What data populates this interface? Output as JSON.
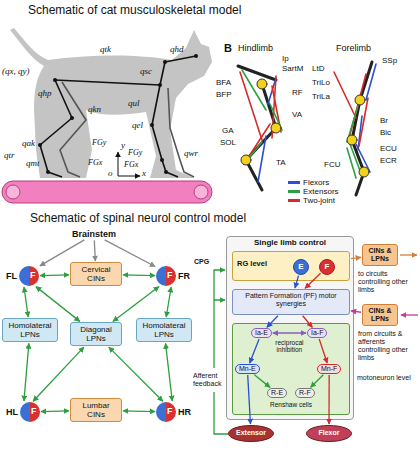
{
  "diagram": {
    "title": "Schematic of cat musculoskeletal model",
    "nodes": [
      {
        "text": [
          "Brainstem"
        ]
      },
      {
        "text": [
          "FL",
          "F"
        ]
      },
      {
        "text": [
          "Cervical CINs"
        ]
      },
      {
        "text": [
          "FR",
          "F"
        ]
      },
      {
        "text": [
          "Homolateral LPNs"
        ]
      },
      {
        "text": [
          "Diagonal LPNs"
        ]
      },
      {
        "text": [
          "Homolateral LPNs"
        ]
      },
      {
        "text": [
          "HL",
          "F"
        ]
      },
      {
        "text": [
          "Lumbar CINs"
        ]
      },
      {
        "text": [
          "HR",
          "F"
        ]
      },
      {
        "text": [
          "Single limb control"
        ]
      },
      {
        "text": [
          "RG level"
        ],
        "in": 10
      },
      {
        "text": [
          "E"
        ],
        "in": 11
      },
      {
        "text": [
          "F"
        ],
        "in": 11
      },
      {
        "text": [
          "CINs & LPNs"
        ]
      },
      {
        "text": [
          "Pattern Formation (PF) motor synergies"
        ],
        "in": 10
      },
      {
        "text": [
          "CINs & LPNs"
        ]
      },
      {
        "text": [
          "motoneuron level"
        ],
        "in": 10
      },
      {
        "text": [
          "Ia-E"
        ],
        "in": 17
      },
      {
        "text": [
          "Ia-F"
        ],
        "in": 17
      },
      {
        "text": [
          "Mn-E"
        ],
        "in": 17
      },
      {
        "text": [
          "Mn-F"
        ],
        "in": 17
      },
      {
        "text": [
          "R-E"
        ],
        "in": 17
      },
      {
        "text": [
          "R-F"
        ],
        "in": 17
      },
      {
        "text": [
          "Extensor"
        ]
      },
      {
        "text": [
          "Flexor"
        ]
      }
    ],
    "edges": [
      {
        "from": 0,
        "to": 1,
        "arrow": "to"
      },
      {
        "from": 0,
        "to": 3,
        "arrow": "to"
      },
      {
        "from": 0,
        "to": 2,
        "arrow": "to"
      },
      {
        "from": 1,
        "to": 2,
        "arrow": "both"
      },
      {
        "from": 3,
        "to": 2,
        "arrow": "both"
      },
      {
        "from": 1,
        "to": 4,
        "arrow": "both"
      },
      {
        "from": 7,
        "to": 4,
        "arrow": "both"
      },
      {
        "from": 3,
        "to": 6,
        "arrow": "both"
      },
      {
        "from": 9,
        "to": 6,
        "arrow": "both"
      },
      {
        "from": 1,
        "to": 5,
        "arrow": "both"
      },
      {
        "from": 3,
        "to": 5,
        "arrow": "both"
      },
      {
        "from": 7,
        "to": 5,
        "arrow": "both"
      },
      {
        "from": 9,
        "to": 5,
        "arrow": "both"
      },
      {
        "from": 7,
        "to": 8,
        "arrow": "both"
      },
      {
        "from": 9,
        "to": 8,
        "arrow": "both"
      },
      {
        "from": 11,
        "to": 14,
        "arrow": "to"
      },
      {
        "from": 16,
        "to": 15,
        "arrow": "to"
      },
      {
        "from": 12,
        "to": 15,
        "arrow": "to"
      },
      {
        "from": 13,
        "to": 15,
        "arrow": "to"
      },
      {
        "from": 15,
        "to": 18,
        "arrow": "to"
      },
      {
        "from": 15,
        "to": 19,
        "arrow": "to"
      },
      {
        "from": 18,
        "to": 19,
        "label": "reciprocal inhibition",
        "arrow": "both"
      },
      {
        "from": 18,
        "to": 20,
        "arrow": "to"
      },
      {
        "from": 19,
        "to": 21,
        "arrow": "to"
      },
      {
        "from": 20,
        "to": 22,
        "arrow": "to"
      },
      {
        "from": 21,
        "to": 23,
        "arrow": "to"
      },
      {
        "from": 20,
        "to": 24,
        "arrow": "to"
      },
      {
        "from": 21,
        "to": 25,
        "arrow": "to"
      }
    ],
    "labels": [
      "Schematic of spinal neurol control model",
      "(qx, qy)",
      "qtk",
      "qhp",
      "qsc",
      "qhd",
      "qkn",
      "qul",
      "qak",
      "qel",
      "qmt",
      "qwr",
      "qtr",
      "FGx",
      "FGy",
      "FGx",
      "FGy",
      "y",
      "x",
      "o",
      "B",
      "Hindlimb",
      "Forelimb",
      "Ip",
      "SartM",
      "RF",
      "VA",
      "BFA",
      "BFP",
      "GA",
      "SOL",
      "TA",
      "LtD",
      "TriLo",
      "TriLa",
      "SSp",
      "Br",
      "Bic",
      "ECU",
      "ECR",
      "FCU",
      "CPG",
      "to circuits controlling other limbs",
      "from circuits & afferents controlling other limbs",
      "Afferent feedback",
      "Renshaw cells"
    ],
    "legend": [
      {
        "text": "Flexors",
        "color": "#2b50d0"
      },
      {
        "text": "Extensors",
        "color": "#2ea043"
      },
      {
        "text": "Two-joint",
        "color": "#d62b2b"
      }
    ]
  }
}
